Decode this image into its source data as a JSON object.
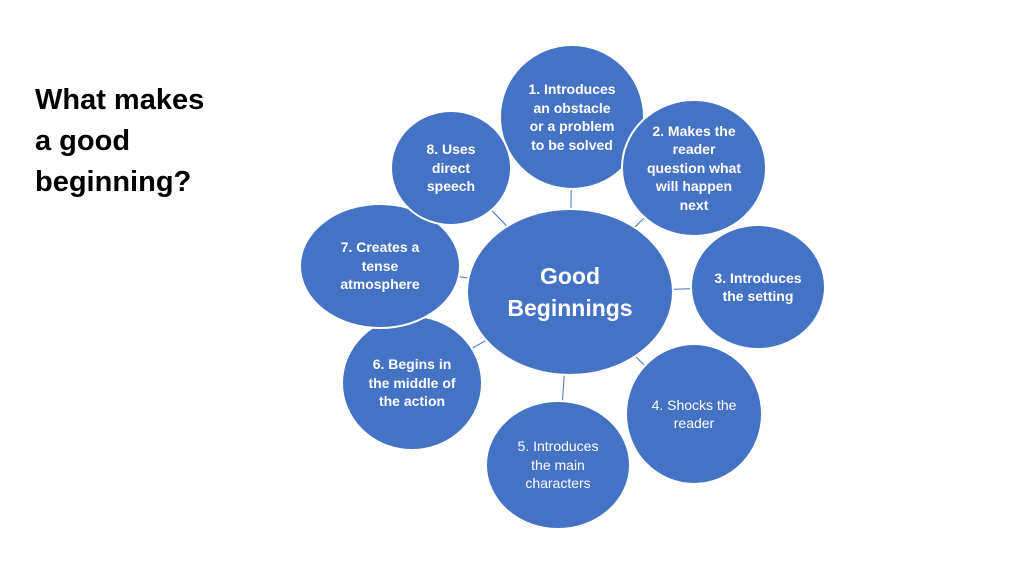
{
  "slide": {
    "title_lines": [
      "What makes",
      "a good",
      "beginning?"
    ]
  },
  "diagram": {
    "center": {
      "label": "Good\nBeginnings"
    },
    "nodes": [
      {
        "label": "1. Introduces\nan obstacle\nor a problem\nto be solved",
        "bold": true
      },
      {
        "label": "2. Makes the\nreader\nquestion what\nwill happen\nnext",
        "bold": true
      },
      {
        "label": "3. Introduces\nthe setting",
        "bold": true
      },
      {
        "label": "4. Shocks the\nreader",
        "bold": false
      },
      {
        "label": "5. Introduces\nthe main\ncharacters",
        "bold": false
      },
      {
        "label": "6. Begins in\nthe middle of\nthe action",
        "bold": true
      },
      {
        "label": "7. Creates a\ntense\natmosphere",
        "bold": true
      },
      {
        "label": "8. Uses\ndirect\nspeech",
        "bold": true
      }
    ]
  },
  "colors": {
    "node_fill": "#4472c4",
    "node_outline": "#ffffff",
    "connector": "#4472c4",
    "text_on_node": "#ffffff",
    "title_text": "#000000"
  }
}
